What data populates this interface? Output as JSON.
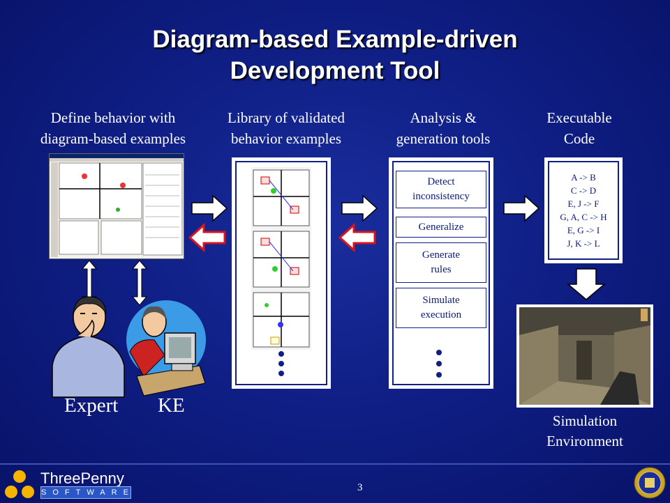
{
  "slide": {
    "title_line1": "Diagram-based Example-driven",
    "title_line2": "Development Tool",
    "page_number": "3"
  },
  "columns": {
    "define_line1": "Define behavior with",
    "define_line2": "diagram-based examples",
    "library_line1": "Library of validated",
    "library_line2": "behavior examples",
    "analysis_line1": "Analysis &",
    "analysis_line2": "generation tools",
    "exec_line1": "Executable",
    "exec_line2": "Code"
  },
  "tools": [
    {
      "line1": "Detect",
      "line2": "inconsistency"
    },
    {
      "line1": "Generalize",
      "line2": ""
    },
    {
      "line1": "Generate",
      "line2": "rules"
    },
    {
      "line1": "Simulate",
      "line2": "execution"
    }
  ],
  "code_lines": [
    "A -> B",
    "C -> D",
    "E, J -> F",
    "G, A, C -> H",
    "E, G -> I",
    "J, K -> L"
  ],
  "people": {
    "expert": "Expert",
    "ke": "KE"
  },
  "simulation": {
    "line1": "Simulation",
    "line2": "Environment"
  },
  "logo": {
    "name": "ThreePenny",
    "sub": "SOFTWARE"
  },
  "colors": {
    "background": "#0f1f86",
    "arrow_forward": "#ffffff",
    "arrow_back": "#d8141c",
    "box_text": "#0a1a7a",
    "logo_dots": "#f4b400"
  }
}
